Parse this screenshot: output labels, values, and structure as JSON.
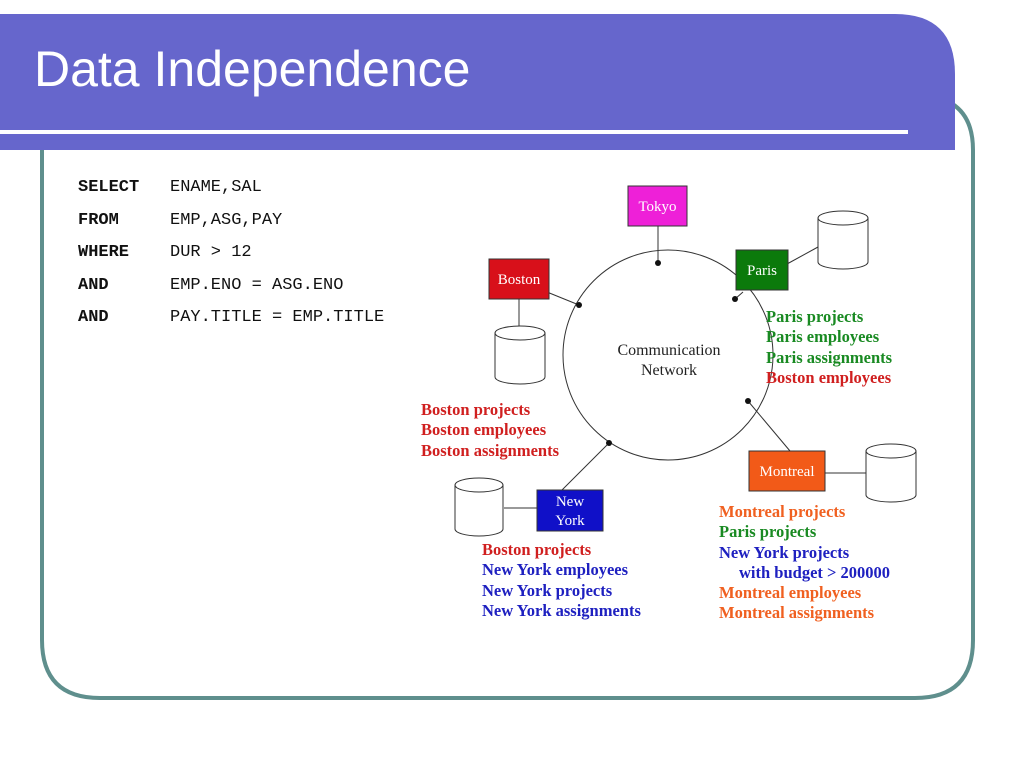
{
  "slide": {
    "title": "Data Independence",
    "colors": {
      "title_bar": "#6666cc",
      "frame_border": "#5f8f8d",
      "title_underline": "#ffffff"
    }
  },
  "sql": [
    {
      "keyword": "SELECT",
      "text": "ENAME,SAL"
    },
    {
      "keyword": "FROM",
      "text": "EMP,ASG,PAY"
    },
    {
      "keyword": "WHERE",
      "text": "DUR > 12"
    },
    {
      "keyword": "AND",
      "text": "EMP.ENO = ASG.ENO"
    },
    {
      "keyword": "AND",
      "text": "PAY.TITLE = EMP.TITLE"
    }
  ],
  "network": {
    "line1": "Communication",
    "line2": "Network"
  },
  "sites": {
    "tokyo": {
      "label": "Tokyo",
      "color": "#ee20d8"
    },
    "paris": {
      "label": "Paris",
      "color": "#0b7a0b"
    },
    "boston": {
      "label": "Boston",
      "color": "#d8101a"
    },
    "montreal": {
      "label": "Montreal",
      "color": "#f25a18"
    },
    "newyork": {
      "line1": "New",
      "line2": "York",
      "color": "#1010c8"
    }
  },
  "lists": {
    "paris": [
      {
        "text": "Paris projects",
        "color": "green"
      },
      {
        "text": "Paris employees",
        "color": "green"
      },
      {
        "text": "Paris assignments",
        "color": "green"
      },
      {
        "text": "Boston employees",
        "color": "red"
      }
    ],
    "boston": [
      {
        "text": "Boston projects",
        "color": "red"
      },
      {
        "text": "Boston employees",
        "color": "red"
      },
      {
        "text": "Boston assignments",
        "color": "red"
      }
    ],
    "newyork": [
      {
        "text": "Boston projects",
        "color": "red"
      },
      {
        "text": "New York employees",
        "color": "blue"
      },
      {
        "text": "New York projects",
        "color": "blue"
      },
      {
        "text": "New York assignments",
        "color": "blue"
      }
    ],
    "montreal": [
      {
        "text": "Montreal projects",
        "color": "orange"
      },
      {
        "text": "Paris projects",
        "color": "green"
      },
      {
        "text": "New York projects",
        "color": "blue"
      },
      {
        "text": "with budget > 200000",
        "color": "blue"
      },
      {
        "text": "Montreal employees",
        "color": "orange"
      },
      {
        "text": "Montreal assignments",
        "color": "orange"
      }
    ]
  }
}
